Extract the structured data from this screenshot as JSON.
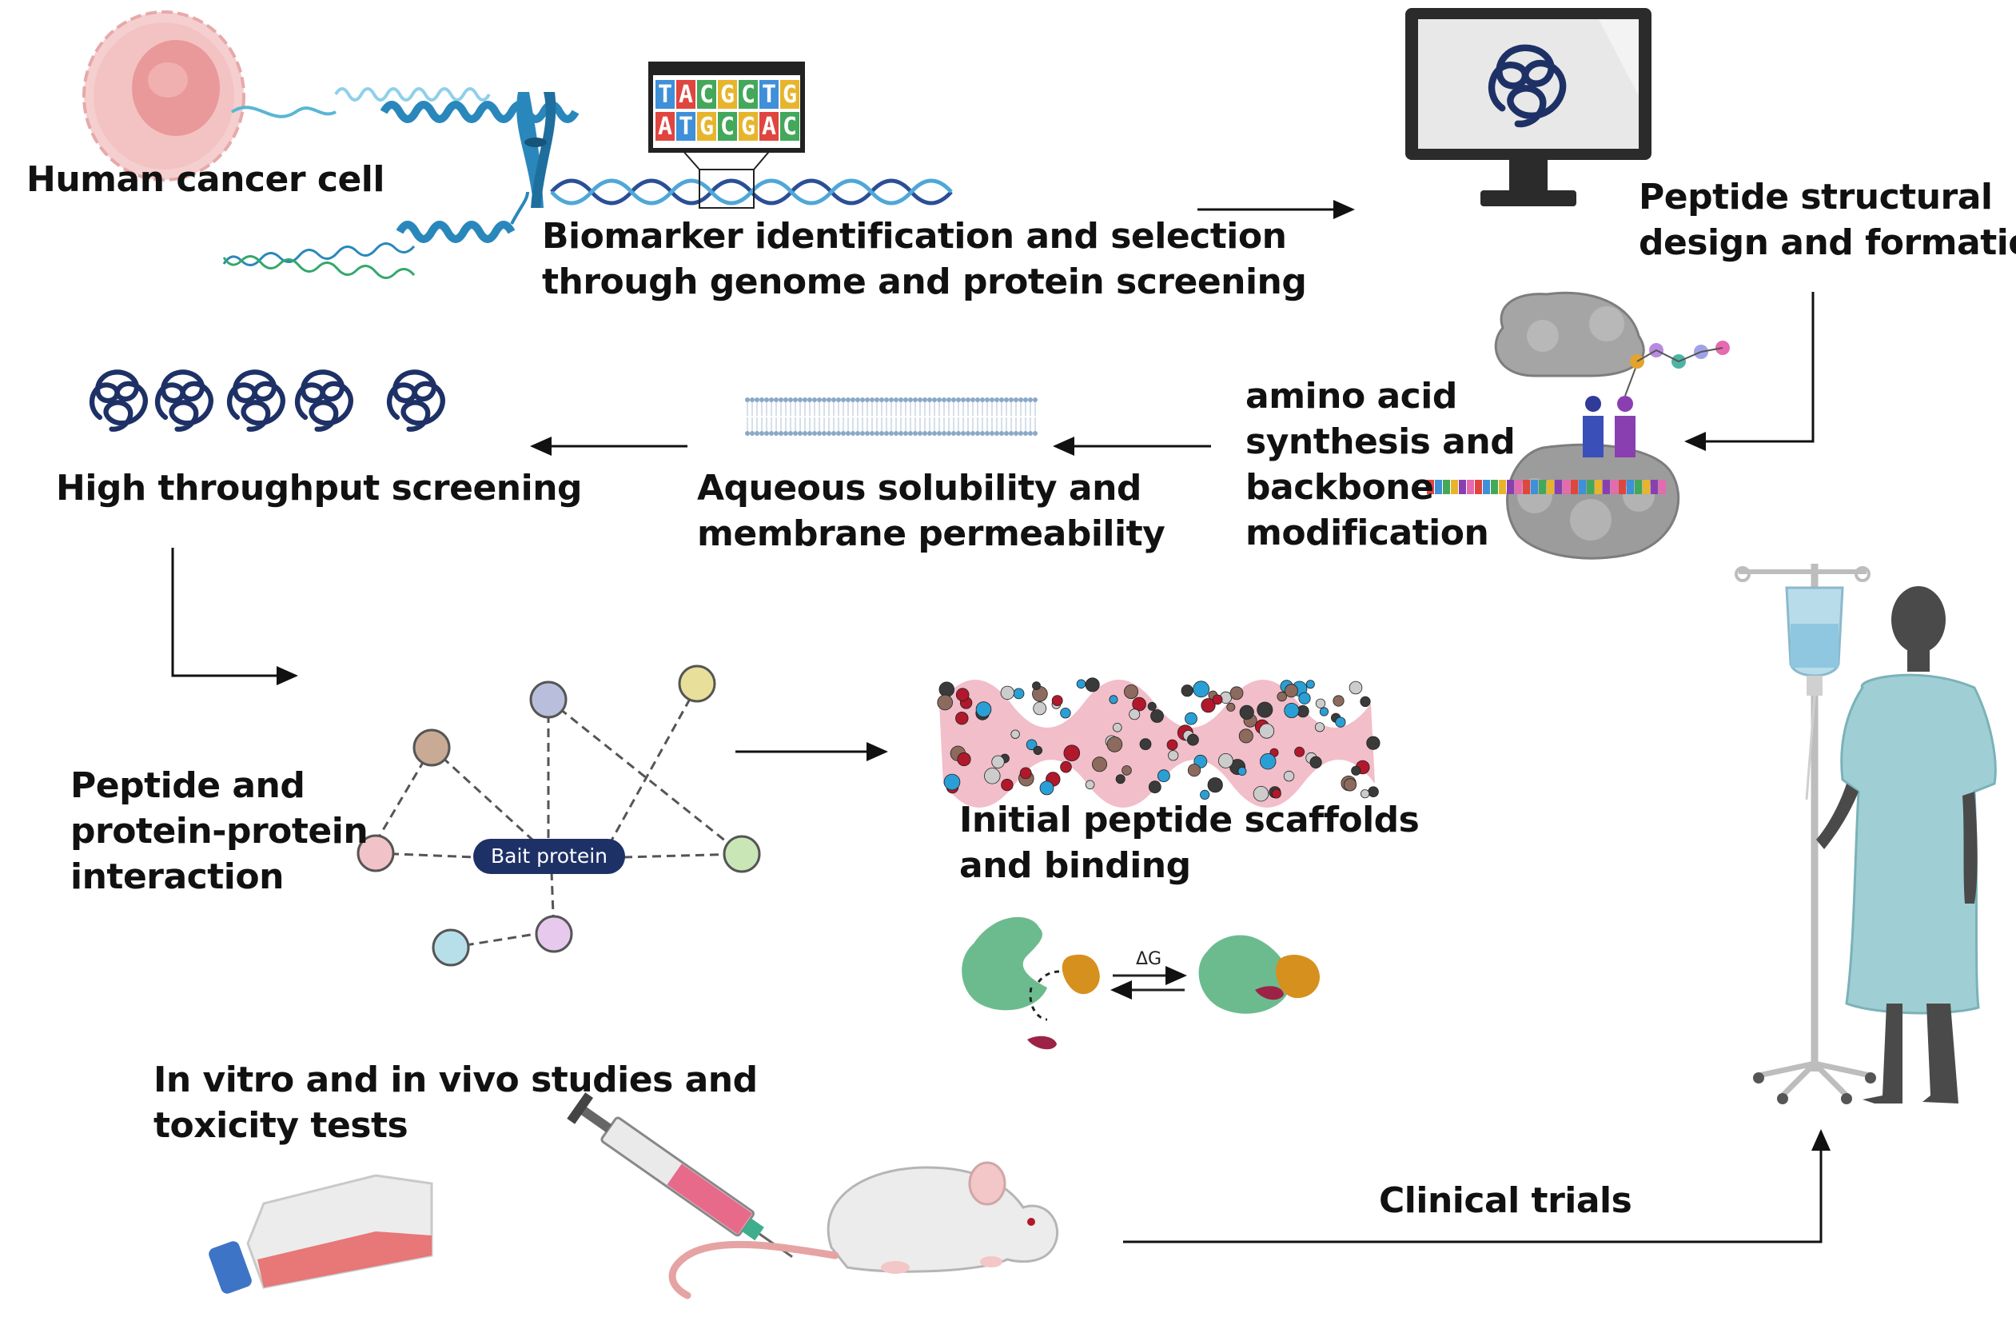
{
  "labels": {
    "cancer_cell": "Human cancer cell",
    "biomarker": [
      "Biomarker identification and selection",
      "through genome and protein screening"
    ],
    "peptide_design": [
      "Peptide structural",
      "design and formation"
    ],
    "amino_acid": [
      "amino acid",
      "synthesis and",
      "backbone",
      "modification"
    ],
    "solubility": [
      "Aqueous solubility and",
      "membrane permeability"
    ],
    "hts": "High throughput screening",
    "ppi": [
      "Peptide and",
      "protein-protein",
      "interaction"
    ],
    "scaffolds": [
      "Initial peptide scaffolds",
      "and binding"
    ],
    "invitro": [
      "In vitro and in vivo studies and",
      "toxicity tests"
    ],
    "clinical": "Clinical trials"
  },
  "network": {
    "bait_label": "Bait protein",
    "node_colors": [
      "#c9aa95",
      "#b9bedc",
      "#e8df9a",
      "#f1c3c8",
      "#c9e7b6",
      "#b6dfe9",
      "#e7c9ee"
    ]
  },
  "binding": {
    "delta_g": "ΔG"
  },
  "dna_screen": {
    "top": [
      "T",
      "A",
      "C",
      "G",
      "C",
      "T",
      "G"
    ],
    "bottom": [
      "A",
      "T",
      "G",
      "C",
      "G",
      "A",
      "C"
    ]
  },
  "colors": {
    "navy": "#1e3166",
    "cancer_pink": "#f1bdbd",
    "helix_blue": "#2a87bb",
    "protein_green": "#6cbb8f",
    "protein_orange": "#d6901e",
    "ribbon_pink": "#e9a5b3",
    "flask_red": "#e86a6a",
    "gown": "#9fcfd4"
  }
}
